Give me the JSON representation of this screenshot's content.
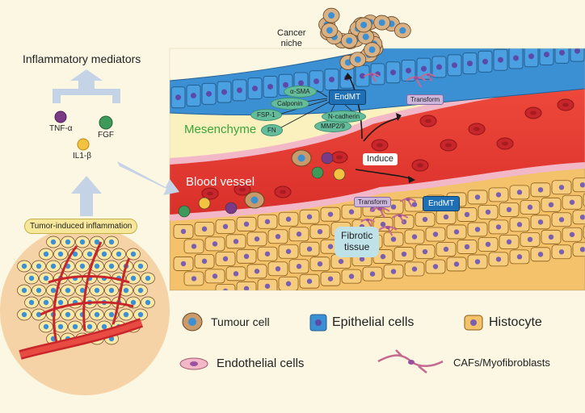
{
  "left_panel": {
    "title": "Inflammatory mediators",
    "mediators": [
      {
        "name": "TNF-α",
        "color": "#7a3b86"
      },
      {
        "name": "FGF",
        "color": "#3e9a58"
      },
      {
        "name": "IL1-β",
        "color": "#f2c240"
      }
    ],
    "source_label": "Tumor-induced inflammation"
  },
  "tissue": {
    "cancer_niche": "Cancer\nniche",
    "mesenchyme": "Mesenchyme",
    "blood_vessel": "Blood vessel",
    "induce": "Induce",
    "transform_top": "Transform",
    "transform_bottom": "Transform",
    "endmt_top": "EndMT",
    "endmt_bottom": "EndMT",
    "fibrotic_tissue": "Fibrotic\ntissue",
    "markers": [
      "α-SMA",
      "Calponin",
      "FSP-1",
      "FN",
      "MMP2/9",
      "N-cadherin"
    ]
  },
  "legend": {
    "tumour_cell": "Tumour cell",
    "epithelial_cells": "Epithelial cells",
    "histocyte": "Histocyte",
    "endothelial_cells": "Endothelial cells",
    "cafs": "CAFs/Myofibroblasts"
  },
  "colors": {
    "vessel": "#e63a33",
    "epithelial": "#3b8fd3",
    "histocyte": "#f3c26b",
    "endothelial": "#f2b8c8",
    "mesenchyme_text": "#3aa63a",
    "tumor": "#c99a6a"
  }
}
